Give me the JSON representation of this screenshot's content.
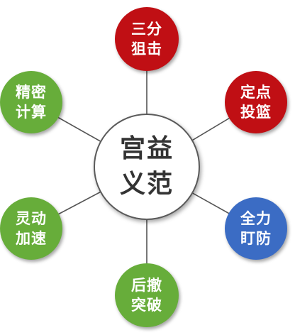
{
  "center": {
    "lines": [
      "宫益",
      "义范"
    ],
    "border_color": "#5a5a5a",
    "text_color": "#333333"
  },
  "nodes": [
    {
      "id": "top",
      "lines": [
        "三分",
        "狙击"
      ],
      "color": "#c00f14"
    },
    {
      "id": "upper-right",
      "lines": [
        "定点",
        "投篮"
      ],
      "color": "#c00f14"
    },
    {
      "id": "lower-right",
      "lines": [
        "全力",
        "盯防"
      ],
      "color": "#3b6cc4"
    },
    {
      "id": "bottom",
      "lines": [
        "后撤",
        "突破"
      ],
      "color": "#67ad3a"
    },
    {
      "id": "lower-left",
      "lines": [
        "灵动",
        "加速"
      ],
      "color": "#67ad3a"
    },
    {
      "id": "upper-left",
      "lines": [
        "精密",
        "计算"
      ],
      "color": "#67ad3a"
    }
  ],
  "connector_color": "#555555"
}
